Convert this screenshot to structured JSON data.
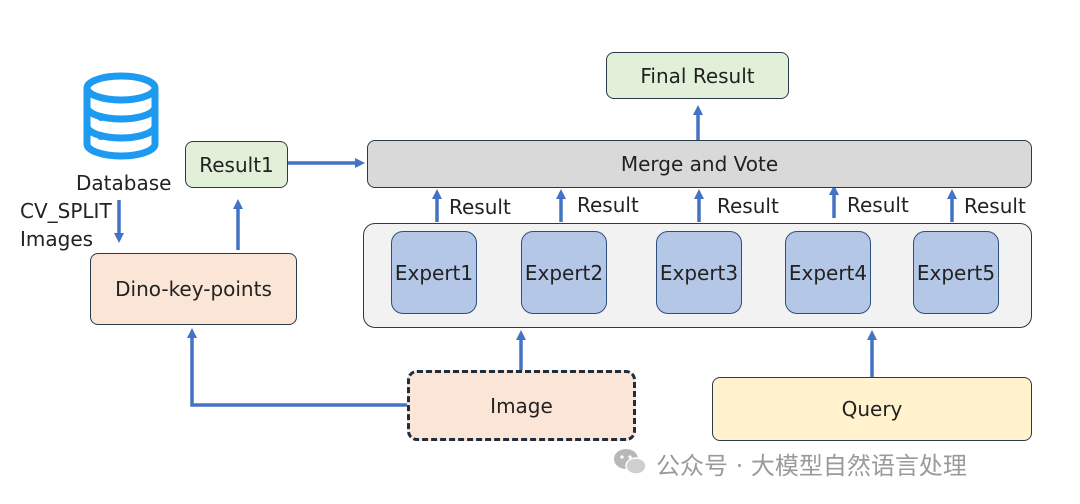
{
  "database": {
    "label": "Database"
  },
  "cv_split": {
    "line1": "CV_SPLIT",
    "line2": "Images"
  },
  "dino": {
    "label": "Dino-key-points"
  },
  "result1": {
    "label": "Result1"
  },
  "merge": {
    "label": "Merge and Vote"
  },
  "final": {
    "label": "Final Result"
  },
  "experts": [
    {
      "label": "Expert1",
      "result": "Result"
    },
    {
      "label": "Expert2",
      "result": "Result"
    },
    {
      "label": "Expert3",
      "result": "Result"
    },
    {
      "label": "Expert4",
      "result": "Result"
    },
    {
      "label": "Expert5",
      "result": "Result"
    }
  ],
  "image": {
    "label": "Image"
  },
  "query": {
    "label": "Query"
  },
  "watermark": {
    "text": "公众号 · 大模型自然语言处理"
  }
}
